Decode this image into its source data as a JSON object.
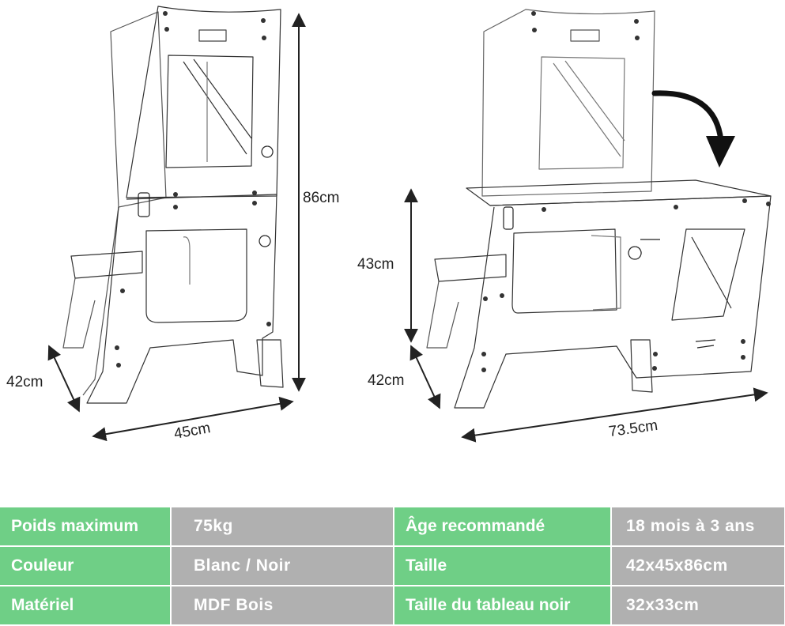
{
  "dimensions": {
    "tower": {
      "height": "86cm",
      "depth": "42cm",
      "width": "45cm"
    },
    "desk": {
      "height": "43cm",
      "depth": "42cm",
      "length": "73.5cm"
    }
  },
  "specs": [
    [
      {
        "label": "Poids maximum",
        "value": "75kg"
      },
      {
        "label": "Âge recommandé",
        "value": "18 mois à 3 ans"
      }
    ],
    [
      {
        "label": "Couleur",
        "value": "Blanc / Noir"
      },
      {
        "label": "Taille",
        "value": "42x45x86cm"
      }
    ],
    [
      {
        "label": "Matériel",
        "value": "MDF Bois"
      },
      {
        "label": "Taille du tableau noir",
        "value": "32x33cm"
      }
    ]
  ],
  "colors": {
    "label_bg": "#6fcf86",
    "value_bg": "#b0b0b0",
    "text": "#ffffff",
    "line": "#222222"
  }
}
